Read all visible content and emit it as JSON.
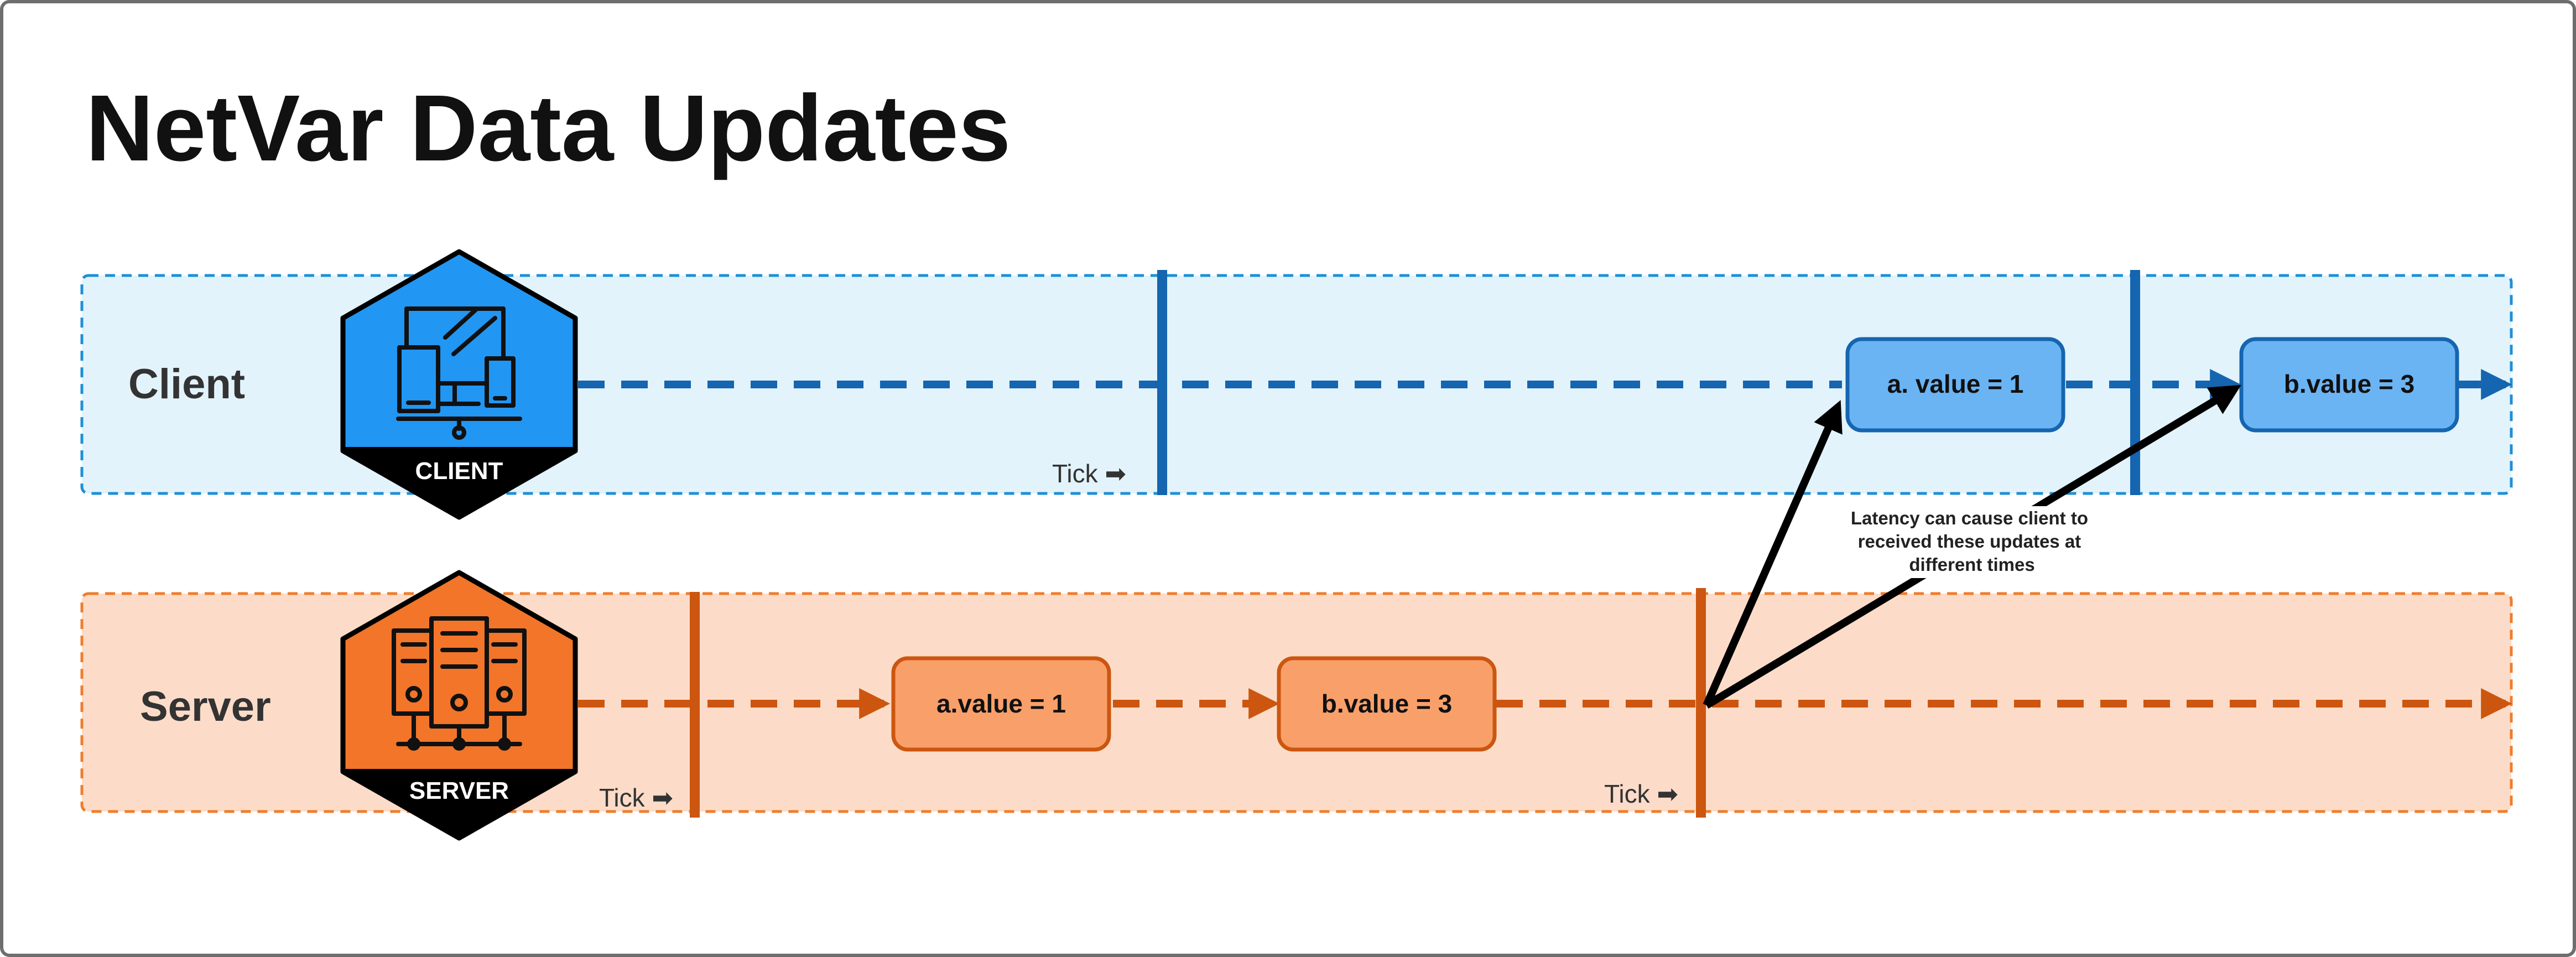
{
  "title": "NetVar Data Updates",
  "lanes": {
    "client": {
      "label": "Client",
      "badge_label": "CLIENT",
      "icon": "devices-icon"
    },
    "server": {
      "label": "Server",
      "badge_label": "SERVER",
      "icon": "server-rack-icon"
    }
  },
  "tick_label": "Tick ➡",
  "boxes": {
    "client_a": "a. value = 1",
    "client_b": "b.value = 3",
    "server_a": "a.value = 1",
    "server_b": "b.value = 3"
  },
  "annotation": [
    "Latency can cause client to",
    "received these updates at",
    "different times"
  ],
  "colors": {
    "client_fill": "#e2f3fb",
    "client_border": "#1f8fd6",
    "client_line": "#1565b0",
    "client_box": "#6bb4f4",
    "client_badge": "#2196f3",
    "server_fill": "#fcdcc8",
    "server_border": "#ef7d2d",
    "server_line": "#cc5610",
    "server_box": "#f9a06a",
    "server_badge": "#f2752a",
    "ink": "#000000"
  }
}
